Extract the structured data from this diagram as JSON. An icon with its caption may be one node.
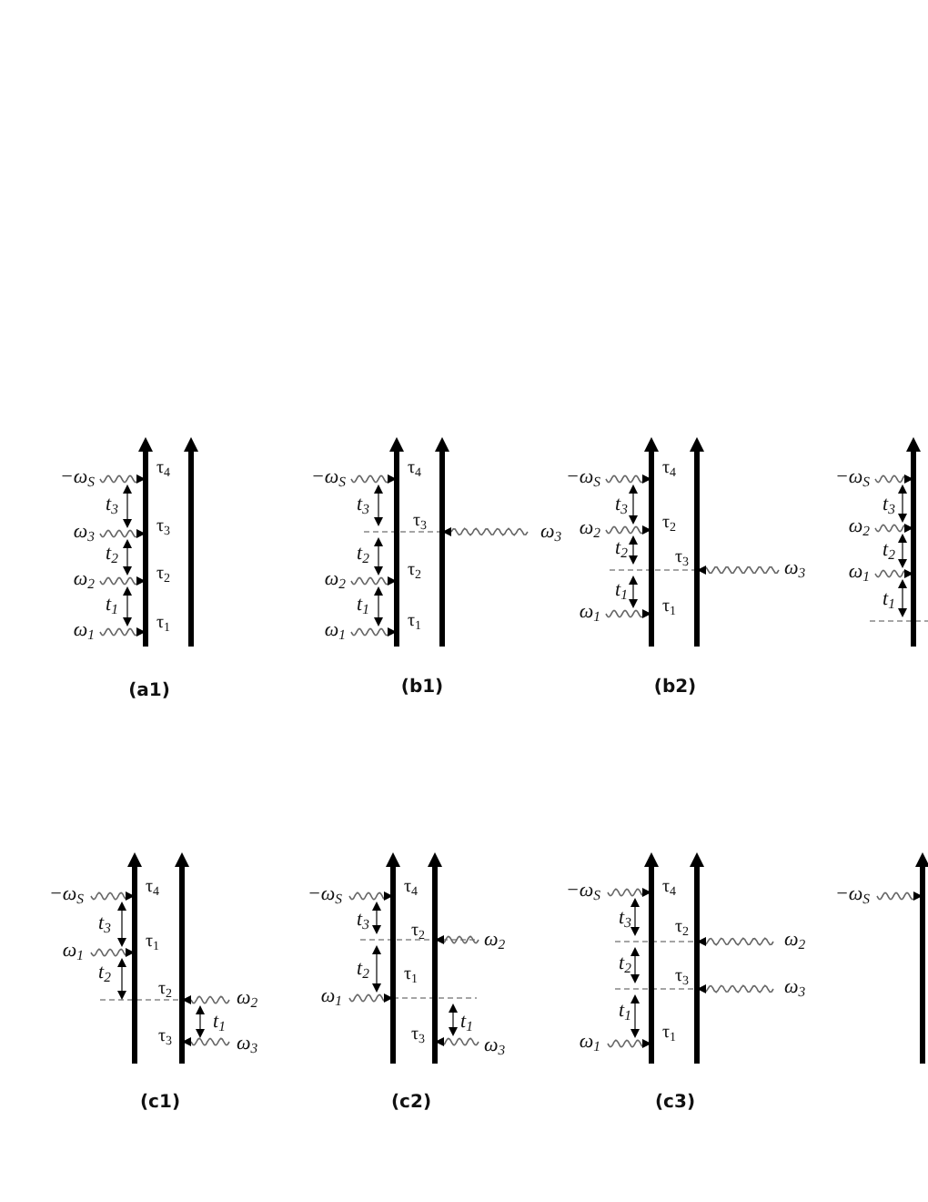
{
  "diagram": {
    "labels": [
      "−ω$_{S}$",
      "τ$_{4}$",
      "t$_{3}$",
      "ω$_{3}$",
      "τ$_{3}$",
      "t$_{2}$",
      "ω$_{2}$",
      "τ$_{2}$",
      "t$_{1}$",
      "ω$_{1}$",
      "τ$_{1}$",
      "(a1)",
      "−ω$_{S}$",
      "τ$_{4}$",
      "t$_{3}$",
      "τ$_{3}$",
      "ω$_{3}$",
      "t$_{2}$",
      "ω$_{2}$",
      "τ$_{2}$",
      "t$_{1}$",
      "ω$_{1}$",
      "τ$_{1}$",
      "(b1)",
      "−ω$_{S}$",
      "τ$_{4}$",
      "t$_{3}$",
      "ω$_{2}$",
      "τ$_{2}$",
      "t$_{2}$",
      "τ$_{3}$",
      "ω$_{3}$",
      "t$_{1}$",
      "ω$_{1}$",
      "τ$_{1}$",
      "(b2)",
      "−ω$_{S}$",
      "t$_{3}$",
      "ω$_{2}$",
      "t$_{2}$",
      "ω$_{1}$",
      "t$_{1}$",
      "−ω$_{S}$",
      "τ$_{4}$",
      "t$_{3}$",
      "ω$_{1}$",
      "τ$_{1}$",
      "t$_{2}$",
      "τ$_{2}$",
      "ω$_{2}$",
      "t$_{1}$",
      "τ$_{3}$",
      "ω$_{3}$",
      "(c1)",
      "−ω$_{S}$",
      "τ$_{4}$",
      "t$_{3}$",
      "τ$_{2}$",
      "ω$_{2}$",
      "t$_{2}$",
      "τ$_{1}$",
      "ω$_{1}$",
      "t$_{1}$",
      "τ$_{3}$",
      "ω$_{3}$",
      "(c2)",
      "−ω$_{S}$",
      "τ$_{4}$",
      "t$_{3}$",
      "τ$_{2}$",
      "ω$_{2}$",
      "t$_{2}$",
      "τ$_{3}$",
      "ω$_{3}$",
      "t$_{1}$",
      "ω$_{1}$",
      "τ$_{1}$",
      "(c3)",
      "−ω$_{S}$"
    ]
  }
}
